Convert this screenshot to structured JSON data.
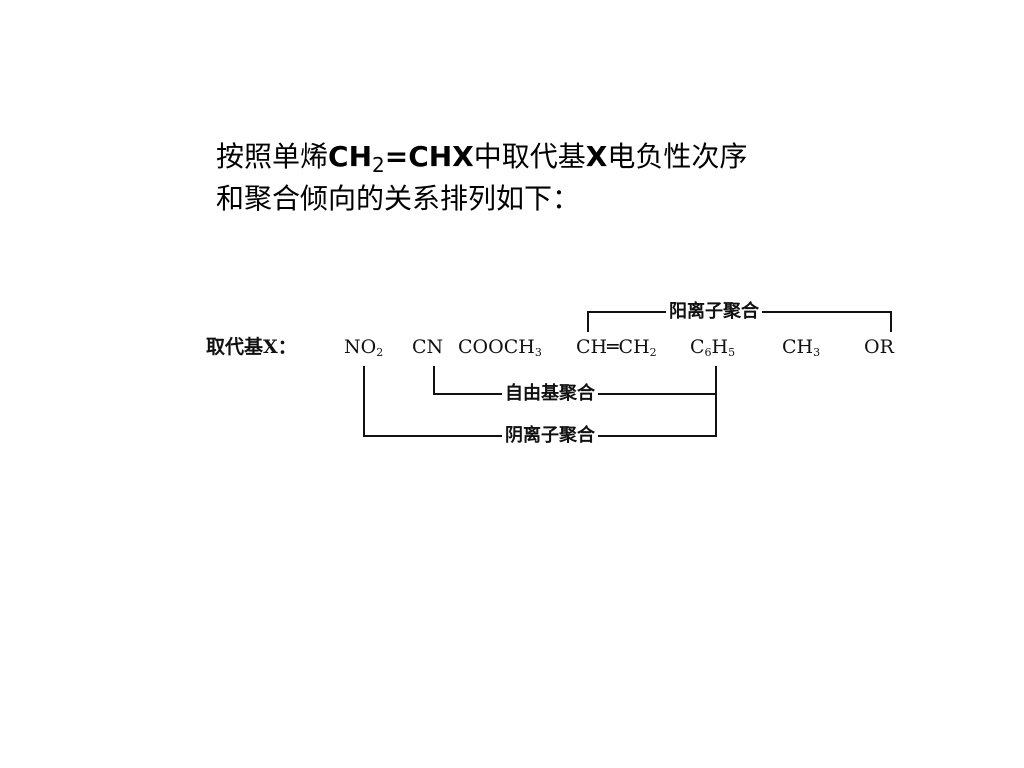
{
  "heading": {
    "line1_a": "按照单烯",
    "ch": "CH",
    "sub2": "2",
    "eq_chx": "=CHX",
    "line1_b": "中取代基",
    "x": "X",
    "line1_c": "电负性次序",
    "line2": "和聚合倾向的关系排列如下："
  },
  "diagram": {
    "row_label": "取代基X：",
    "substituents": [
      {
        "main": "NO",
        "sub": "2",
        "tail": ""
      },
      {
        "main": "CN",
        "sub": "",
        "tail": ""
      },
      {
        "main": "COOCH",
        "sub": "3",
        "tail": ""
      },
      {
        "main": "CH═CH",
        "sub": "2",
        "tail": ""
      },
      {
        "main": "C",
        "sub": "6",
        "tail": "H",
        "sub2": "5"
      },
      {
        "main": "CH",
        "sub": "3",
        "tail": ""
      },
      {
        "main": "OR",
        "sub": "",
        "tail": ""
      }
    ],
    "brackets": {
      "cationic": "阳离子聚合",
      "radical": "自由基聚合",
      "anionic": "阴离子聚合"
    }
  },
  "colors": {
    "ink": "#111111",
    "background": "#ffffff"
  }
}
